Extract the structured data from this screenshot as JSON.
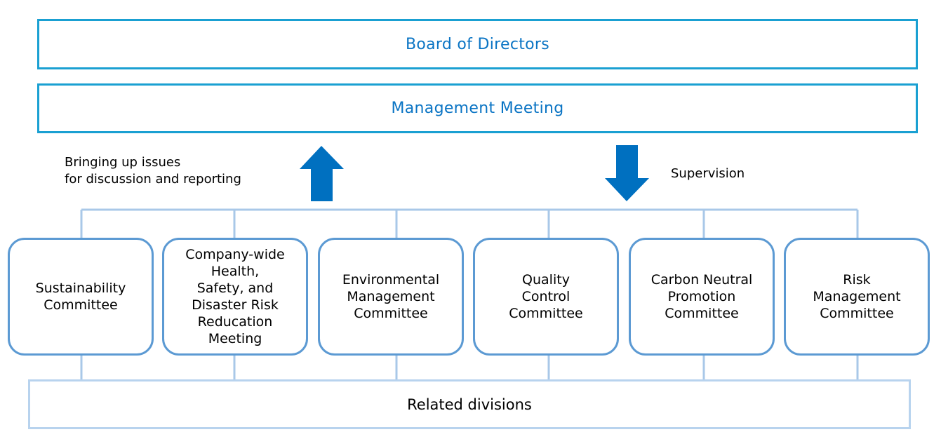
{
  "board": {
    "label": "Board of Directors"
  },
  "management": {
    "label": "Management Meeting"
  },
  "flows": {
    "up_label": "Bringing up issues\nfor discussion and reporting",
    "down_label": "Supervision"
  },
  "committees": [
    {
      "label": "Sustainability\nCommittee"
    },
    {
      "label": "Company-wide\nHealth,\nSafety, and\nDisaster Risk\nReducation\nMeeting"
    },
    {
      "label": "Environmental\nManagement\nCommittee"
    },
    {
      "label": "Quality\nControl\nCommittee"
    },
    {
      "label": "Carbon Neutral\nPromotion\nCommittee"
    },
    {
      "label": "Risk\nManagement\nCommittee"
    }
  ],
  "divisions": {
    "label": "Related divisions"
  },
  "colors": {
    "top_border": "#1aa0d2",
    "top_text": "#0a74c4",
    "arrow": "#0070c0",
    "connector": "#a9c8e8",
    "committee_border": "#5c9ad3",
    "divisions_border": "#b8d3ee"
  }
}
